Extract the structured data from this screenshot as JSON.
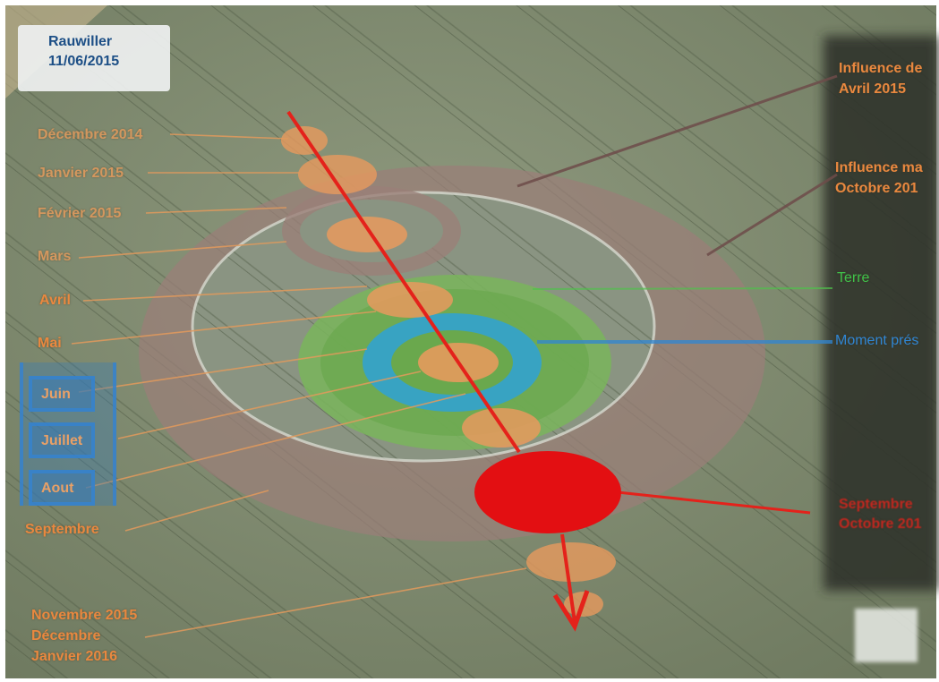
{
  "header": {
    "place": "Rauwiller",
    "date": "11/06/2015"
  },
  "months_left": {
    "december_2014": "Décembre 2014",
    "january_2015": "Janvier 2015",
    "february_2015": "Février 2015",
    "march": "Mars",
    "april": "Avril",
    "may": "Mai",
    "june": "Juin",
    "july": "Juillet",
    "august": "Aout",
    "september": "Septembre",
    "nov_2015": "Novembre 2015",
    "dec": "Décembre",
    "jan_2016": "Janvier 2016"
  },
  "right_labels": {
    "influence_april_line1": "Influence de",
    "influence_april_line2": "Avril 2015",
    "influence_october_line1": "Influence ma",
    "influence_october_line2": "Octobre 201",
    "earth": "Terre",
    "present_moment": "Moment prés",
    "red_label_line1": "Septembre",
    "red_label_line2": "Octobre 201"
  },
  "colors": {
    "annotation_orange": "#e9883f",
    "earth_green": "#3fc24a",
    "moment_blue": "#2f86d4",
    "marker_red": "#e4221b",
    "title_blue": "#1d4f86"
  }
}
